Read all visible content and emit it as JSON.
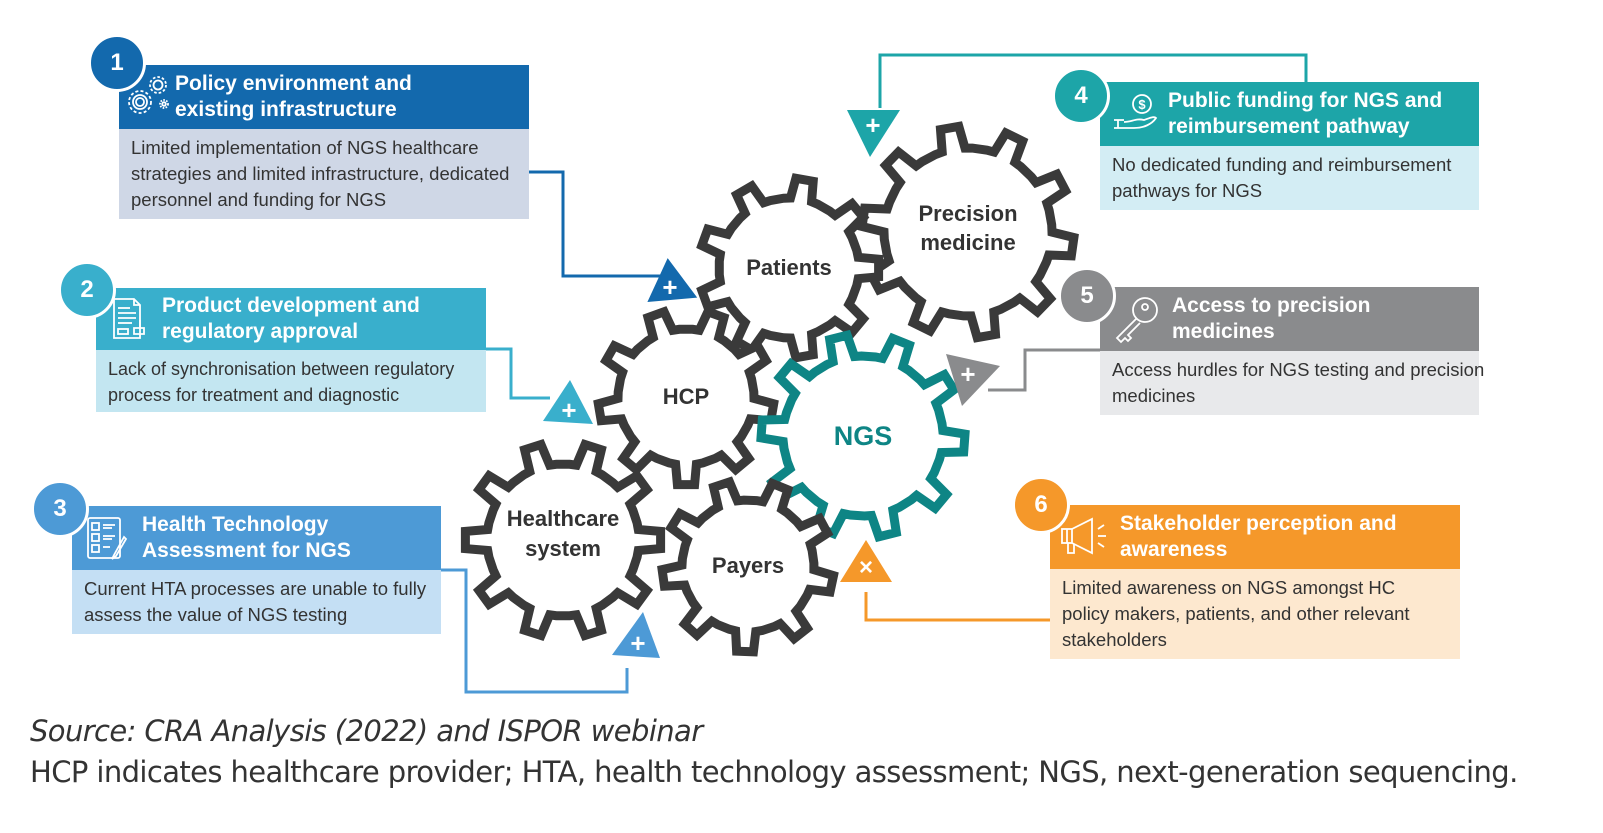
{
  "colors": {
    "c1": "#1369ad",
    "c1_body": "#cfd7e6",
    "c2": "#39afcc",
    "c2_body": "#c3e6f1",
    "c3": "#4d9ad6",
    "c3_body": "#c4dff4",
    "c4": "#1da5a8",
    "c4_body": "#d3edf4",
    "c5": "#8a8b8d",
    "c5_body": "#e8e9eb",
    "c6": "#f5982a",
    "c6_body": "#fde8cf",
    "gear": "#3a3a3a",
    "ngs_gear": "#0e8585"
  },
  "cards": [
    {
      "number": "1",
      "icon": "gears-icon",
      "title_1": "Policy environment and",
      "title_2": "existing infrastructure",
      "body": [
        "Limited implementation of NGS healthcare",
        "strategies and limited infrastructure, dedicated",
        "personnel and funding for NGS"
      ],
      "marker": "+"
    },
    {
      "number": "2",
      "icon": "document-stamp-icon",
      "title_1": "Product development and",
      "title_2": "regulatory approval",
      "body": [
        "Lack of synchronisation between regulatory",
        "process for treatment and diagnostic"
      ],
      "marker": "+"
    },
    {
      "number": "3",
      "icon": "checklist-icon",
      "title_1": "Health Technology",
      "title_2": "Assessment for NGS",
      "body": [
        "Current HTA processes are unable to fully",
        "assess the value of NGS testing"
      ],
      "marker": "+"
    },
    {
      "number": "4",
      "icon": "money-hand-icon",
      "title_1": "Public funding for NGS and",
      "title_2": "reimbursement pathway",
      "body": [
        "No dedicated funding and reimbursement",
        "pathways for NGS"
      ],
      "marker": "+"
    },
    {
      "number": "5",
      "icon": "key-icon",
      "title_1": "Access to precision",
      "title_2": "medicines",
      "body": [
        "Access hurdles for NGS testing and precision",
        "medicines"
      ],
      "marker": "+"
    },
    {
      "number": "6",
      "icon": "megaphone-icon",
      "title_1": "Stakeholder perception and",
      "title_2": "awareness",
      "body": [
        "Limited awareness on NGS amongst HC",
        "policy makers, patients, and other relevant",
        "stakeholders"
      ],
      "marker": "×"
    }
  ],
  "gears": {
    "precision": [
      "Precision",
      "medicine"
    ],
    "patients": [
      "Patients"
    ],
    "hcp": [
      "HCP"
    ],
    "ngs": [
      "NGS"
    ],
    "healthcare": [
      "Healthcare",
      "system"
    ],
    "payers": [
      "Payers"
    ]
  },
  "footer": {
    "source": "Source: CRA Analysis (2022) and ISPOR webinar",
    "note": "HCP indicates healthcare provider; HTA, health technology assessment; NGS, next-generation sequencing."
  }
}
